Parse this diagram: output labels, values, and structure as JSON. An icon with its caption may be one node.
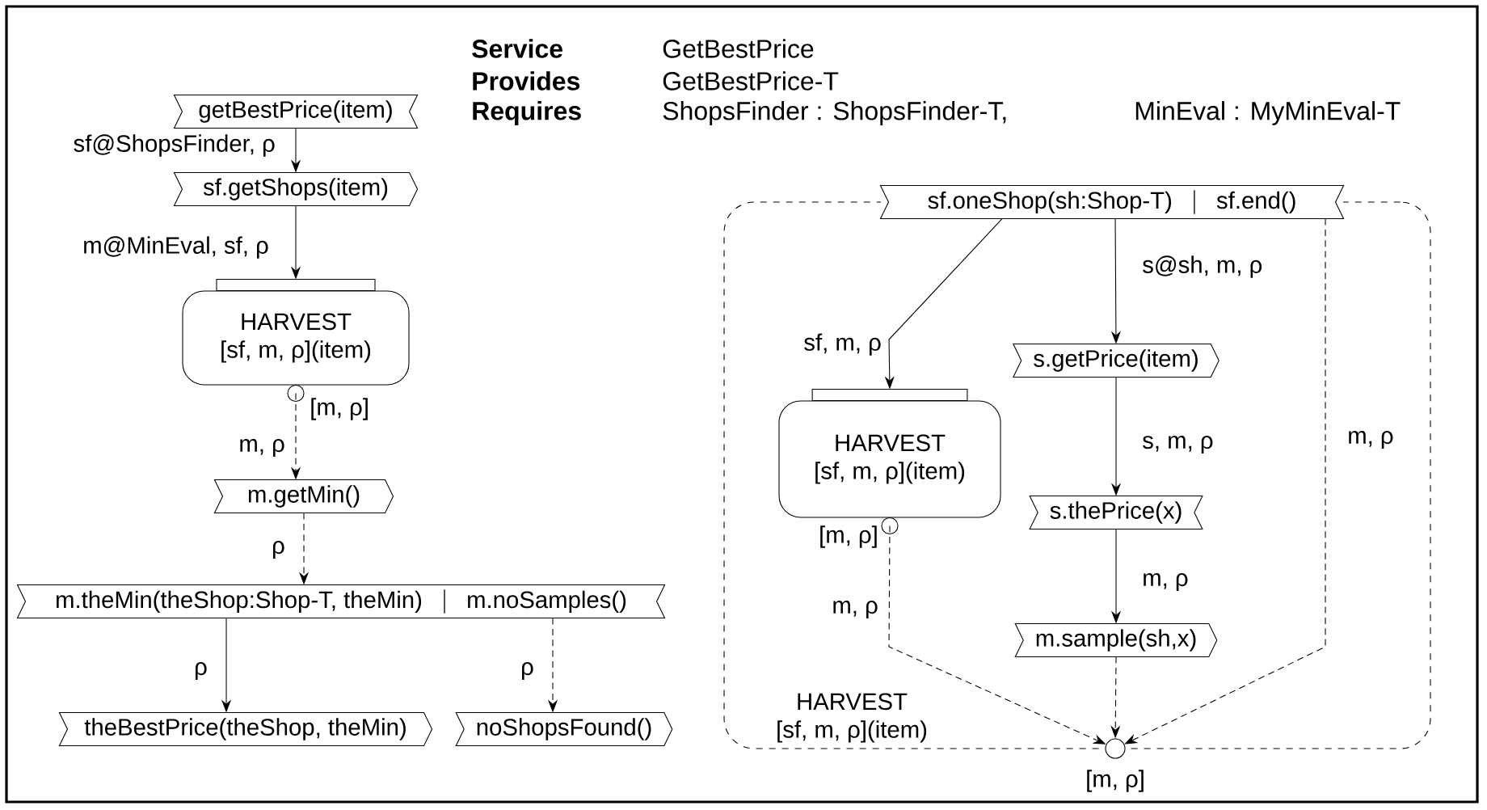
{
  "diagram": {
    "nodes": [
      {
        "text": [
          "getBestPrice(item)"
        ]
      },
      {
        "text": [
          "sf.getShops(item)"
        ]
      },
      {
        "text": [
          "HARVEST",
          "[sf, m, ρ](item)"
        ],
        "beside": [
          "[m, ρ]"
        ]
      },
      {
        "text": [
          "m.getMin()"
        ]
      },
      {
        "text": [
          "m.theMin(theShop:Shop-T, theMin)",
          "m.noSamples()"
        ]
      },
      {
        "text": [
          "theBestPrice(theShop, theMin)"
        ]
      },
      {
        "text": [
          "noShopsFound()"
        ]
      },
      {
        "text": [
          "HARVEST",
          "[sf, m, ρ](item)"
        ]
      },
      {
        "text": [
          "sf.oneShop(sh:Shop-T)",
          "sf.end()"
        ]
      },
      {
        "text": [
          "HARVEST",
          "[sf, m, ρ](item)"
        ],
        "beside": [
          "[m, ρ]"
        ],
        "in": 7
      },
      {
        "text": [
          "s.getPrice(item)"
        ],
        "in": 7
      },
      {
        "text": [
          "s.thePrice(x)"
        ],
        "in": 7
      },
      {
        "text": [
          "m.sample(sh,x)"
        ],
        "in": 7
      },
      {
        "text": [],
        "shape": "circle",
        "beside": [
          "[m, ρ]"
        ]
      }
    ],
    "edges": [
      {
        "from": 0,
        "to": 1,
        "arrow": "to",
        "label": "sf@ShopsFinder, ρ"
      },
      {
        "from": 1,
        "to": 2,
        "arrow": "to",
        "label": "m@MinEval, sf, ρ"
      },
      {
        "from": 2,
        "to": 3,
        "arrow": "to",
        "label": "m, ρ",
        "style": "dashed"
      },
      {
        "from": 3,
        "to": 4,
        "arrow": "to",
        "label": "ρ",
        "style": "dashed"
      },
      {
        "from": 4,
        "to": 5,
        "arrow": "to",
        "label": "ρ"
      },
      {
        "from": 4,
        "to": 6,
        "arrow": "to",
        "label": "ρ",
        "style": "dashed"
      },
      {
        "from": 8,
        "to": 9,
        "arrow": "to",
        "label": "sf, m, ρ"
      },
      {
        "from": 8,
        "to": 10,
        "arrow": "to",
        "label": "s@sh, m, ρ"
      },
      {
        "from": 10,
        "to": 11,
        "arrow": "to",
        "label": "s, m, ρ"
      },
      {
        "from": 11,
        "to": 12,
        "arrow": "to",
        "label": "m, ρ"
      },
      {
        "from": 12,
        "to": 13,
        "arrow": "to",
        "style": "dashed"
      },
      {
        "from": 9,
        "to": 13,
        "arrow": "to",
        "label": "m, ρ",
        "style": "dashed"
      },
      {
        "from": 8,
        "to": 13,
        "arrow": "to",
        "label": "m, ρ",
        "style": "dashed"
      }
    ],
    "labels": [
      "Service",
      "GetBestPrice",
      "Provides",
      "GetBestPrice-T",
      "Requires",
      "ShopsFinder : ShopsFinder-T,",
      "MinEval : MyMinEval-T"
    ]
  }
}
